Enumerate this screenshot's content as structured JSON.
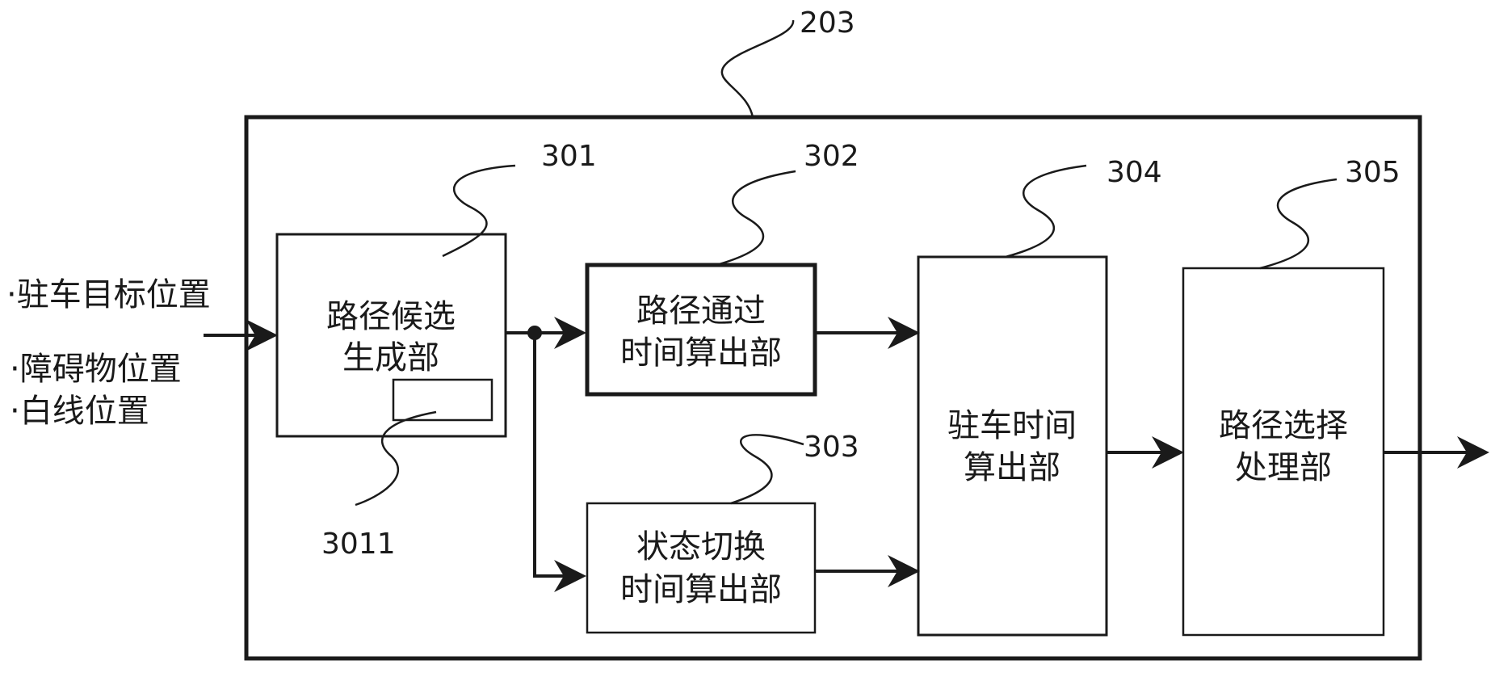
{
  "diagram": {
    "container_ref": "203",
    "inputs": [
      "·驻车目标位置",
      "·障碍物位置",
      "·白线位置"
    ],
    "blocks": {
      "b301": {
        "ref": "301",
        "lines": [
          "路径候选",
          "生成部"
        ]
      },
      "b3011": {
        "ref": "3011"
      },
      "b302": {
        "ref": "302",
        "lines": [
          "路径通过",
          "时间算出部"
        ]
      },
      "b303": {
        "ref": "303",
        "lines": [
          "状态切换",
          "时间算出部"
        ]
      },
      "b304": {
        "ref": "304",
        "lines": [
          "驻车时间",
          "算出部"
        ]
      },
      "b305": {
        "ref": "305",
        "lines": [
          "路径选择",
          "处理部"
        ]
      }
    },
    "colors": {
      "line": "#1a1a1a",
      "background": "#ffffff"
    }
  }
}
